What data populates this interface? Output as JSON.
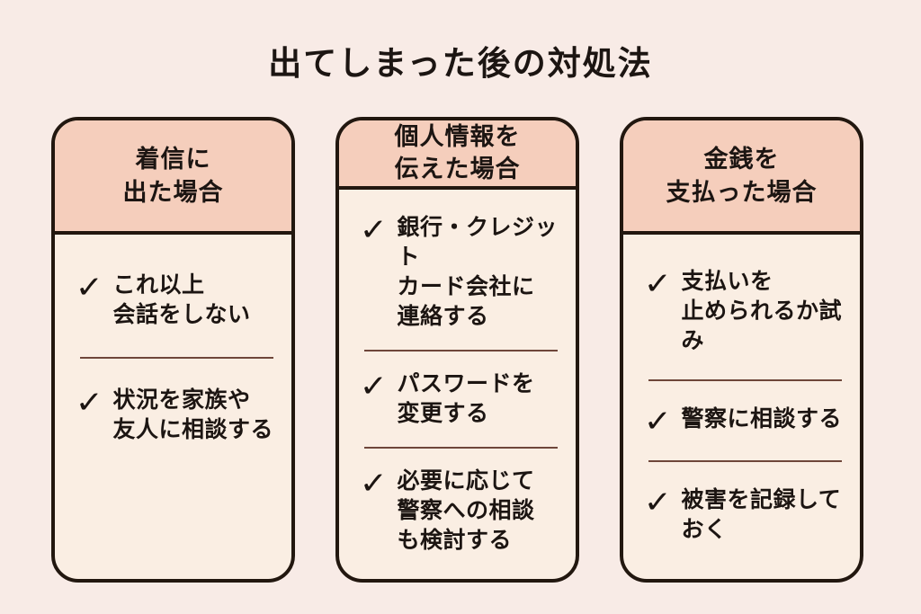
{
  "title": "出てしまった後の対処法",
  "icons": {
    "check": "✓"
  },
  "colors": {
    "page_background": "#f8ebe6",
    "card_header_background": "#f5cebc",
    "card_body_background": "#faeee3",
    "border": "#22170f",
    "divider": "#6e463a",
    "text": "#1c1512"
  },
  "cards": [
    {
      "header": "着信に\n出た場合",
      "items": [
        {
          "text": "これ以上\n会話をしない"
        },
        {
          "text": "状況を家族や\n友人に相談する"
        }
      ]
    },
    {
      "header": "個人情報を\n伝えた場合",
      "items": [
        {
          "text": "銀行・クレジット\nカード会社に\n連絡する"
        },
        {
          "text": "パスワードを\n変更する"
        },
        {
          "text": "必要に応じて\n警察への相談\nも検討する"
        }
      ]
    },
    {
      "header": "金銭を\n支払った場合",
      "items": [
        {
          "text": "支払いを\n止められるか試み"
        },
        {
          "text": "警察に相談する"
        },
        {
          "text": "被害を記録して\nおく"
        }
      ]
    }
  ]
}
